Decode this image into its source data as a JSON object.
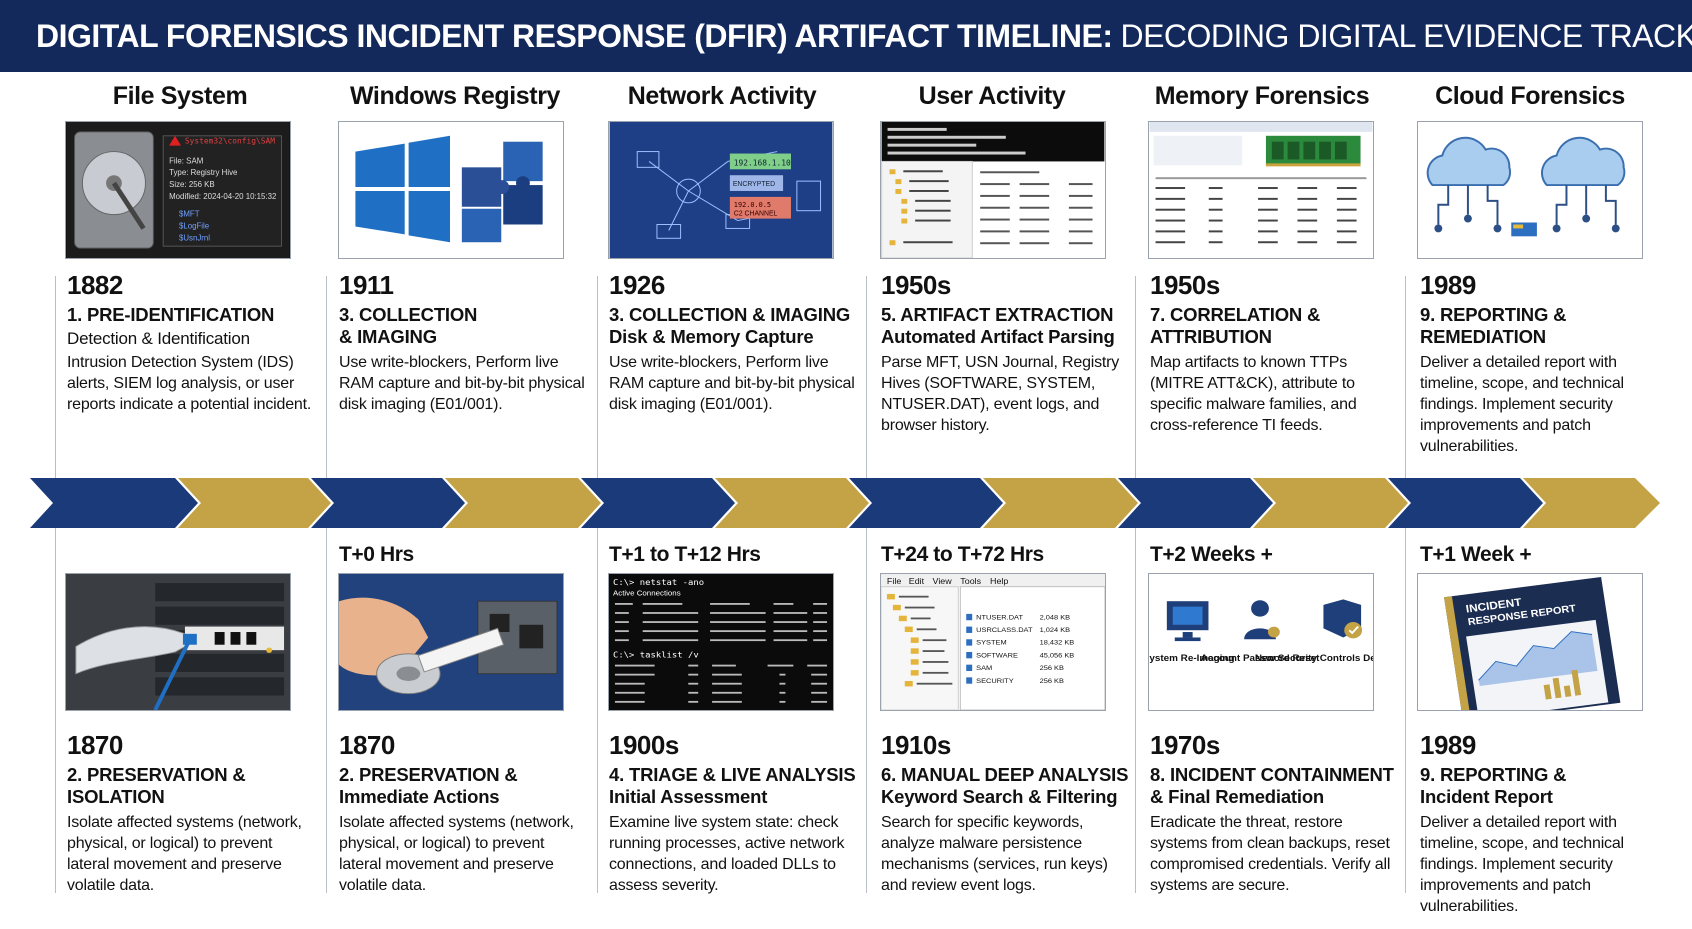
{
  "title": {
    "bold": "DIGITAL FORENSICS INCIDENT RESPONSE (DFIR) ARTIFACT TIMELINE:",
    "light": "DECODING DIGITAL EVIDENCE TRACKS"
  },
  "columns": [
    {
      "heading": "File System",
      "top": {
        "era": "1882",
        "step": "1. PRE-IDENTIFICATION",
        "subtitle": "Detection & Identification",
        "desc": "Intrusion Detection System (IDS) alerts, SIEM log analysis, or user reports indicate a potential incident."
      },
      "bottom": {
        "time": "",
        "era": "1870",
        "step": "2. PRESERVATION &",
        "subtitle": "ISOLATION",
        "desc": "Isolate affected systems (network, physical, or logical) to prevent lateral movement and preserve volatile data."
      }
    },
    {
      "heading": "Windows Registry",
      "top": {
        "era": "1911",
        "step": "3. COLLECTION",
        "subtitle": "& IMAGING",
        "desc": "Use write-blockers, Perform live RAM capture and bit-by-bit physical disk imaging (E01/001)."
      },
      "bottom": {
        "time": "T+0 Hrs",
        "era": "1870",
        "step": "2. PRESERVATION &",
        "subtitle": "Immediate Actions",
        "desc": "Isolate affected systems (network, physical, or logical) to prevent lateral movement and preserve volatile data."
      }
    },
    {
      "heading": "Network Activity",
      "top": {
        "era": "1926",
        "step": "3. COLLECTION & IMAGING",
        "subtitle": "Disk & Memory Capture",
        "desc": "Use write-blockers, Perform live RAM capture and bit-by-bit physical disk imaging (E01/001)."
      },
      "bottom": {
        "time": "T+1 to T+12 Hrs",
        "era": "1900s",
        "step": "4. TRIAGE & LIVE ANALYSIS",
        "subtitle": "Initial Assessment",
        "desc": "Examine live system state: check running processes, active network connections, and loaded DLLs to assess severity."
      }
    },
    {
      "heading": "User Activity",
      "top": {
        "era": "1950s",
        "step": "5. ARTIFACT EXTRACTION",
        "subtitle": "Automated Artifact Parsing",
        "desc": "Parse MFT, USN Journal, Registry Hives (SOFTWARE, SYSTEM, NTUSER.DAT), event logs, and browser history."
      },
      "bottom": {
        "time": "T+24 to T+72 Hrs",
        "era": "1910s",
        "step": "6. MANUAL DEEP ANALYSIS",
        "subtitle": "Keyword Search & Filtering",
        "desc": "Search for specific keywords, analyze malware persistence mechanisms (services, run keys) and review event logs."
      }
    },
    {
      "heading": "Memory Forensics",
      "top": {
        "era": "1950s",
        "step": "7. CORRELATION &",
        "subtitle": "ATTRIBUTION",
        "desc": "Map artifacts to known TTPs (MITRE ATT&CK), attribute to specific malware families, and cross-reference TI feeds."
      },
      "bottom": {
        "time": "T+2 Weeks +",
        "era": "1970s",
        "step": "8. INCIDENT CONTAINMENT",
        "subtitle": "& Final Remediation",
        "desc": "Eradicate the threat, restore systems from clean backups, reset compromised credentials. Verify all systems are secure."
      }
    },
    {
      "heading": "Cloud Forensics",
      "top": {
        "era": "1989",
        "step": "9. REPORTING &",
        "subtitle": "REMEDIATION",
        "desc": "Deliver a detailed report with timeline, scope, and technical findings. Implement security improvements and patch vulnerabilities."
      },
      "bottom": {
        "time": "T+1 Week +",
        "era": "1989",
        "step": "9. REPORTING &",
        "subtitle": "Incident Report",
        "desc": "Deliver a detailed report with timeline, scope, and technical findings. Implement security improvements and patch vulnerabilities."
      }
    }
  ],
  "images": {
    "filesystem": {
      "path": "System32\\config\\SAM",
      "file": "File: SAM",
      "type": "Type: Registry Hive",
      "size": "Size: 256 KB",
      "modified": "Modified: 2024-04-20 10:15:32",
      "items": [
        "$MFT",
        "$LogFile",
        "$UsnJrnl"
      ]
    },
    "network": {
      "ip1": "192.168.1.10",
      "enc": "ENCRYPTED",
      "c2": "192.0.0.5",
      "c2label": "C2 CHANNEL"
    },
    "memory_actions": [
      "System Re-Imaging",
      "Account Password Reset",
      "New Security Controls Deployment"
    ],
    "report": {
      "line1": "INCIDENT",
      "line2": "RESPONSE REPORT"
    },
    "terminal": {
      "cmd1": "C:\\> netstat -ano",
      "sub1": "Active Connections",
      "cmd2": "C:\\> tasklist /v"
    },
    "explorer": {
      "menu": [
        "File",
        "Edit",
        "View",
        "Tools",
        "Help"
      ],
      "files": [
        "NTUSER.DAT",
        "USRCLASS.DAT",
        "SYSTEM",
        "SOFTWARE",
        "SAM",
        "SECURITY"
      ],
      "sizes": [
        "2,048 KB",
        "1,024 KB",
        "18,432 KB",
        "45,056 KB",
        "256 KB",
        "256 KB"
      ]
    }
  },
  "colors": {
    "navy": "#13295c",
    "gold": "#c4a246",
    "arrow_navy": "#1a3a7a"
  }
}
